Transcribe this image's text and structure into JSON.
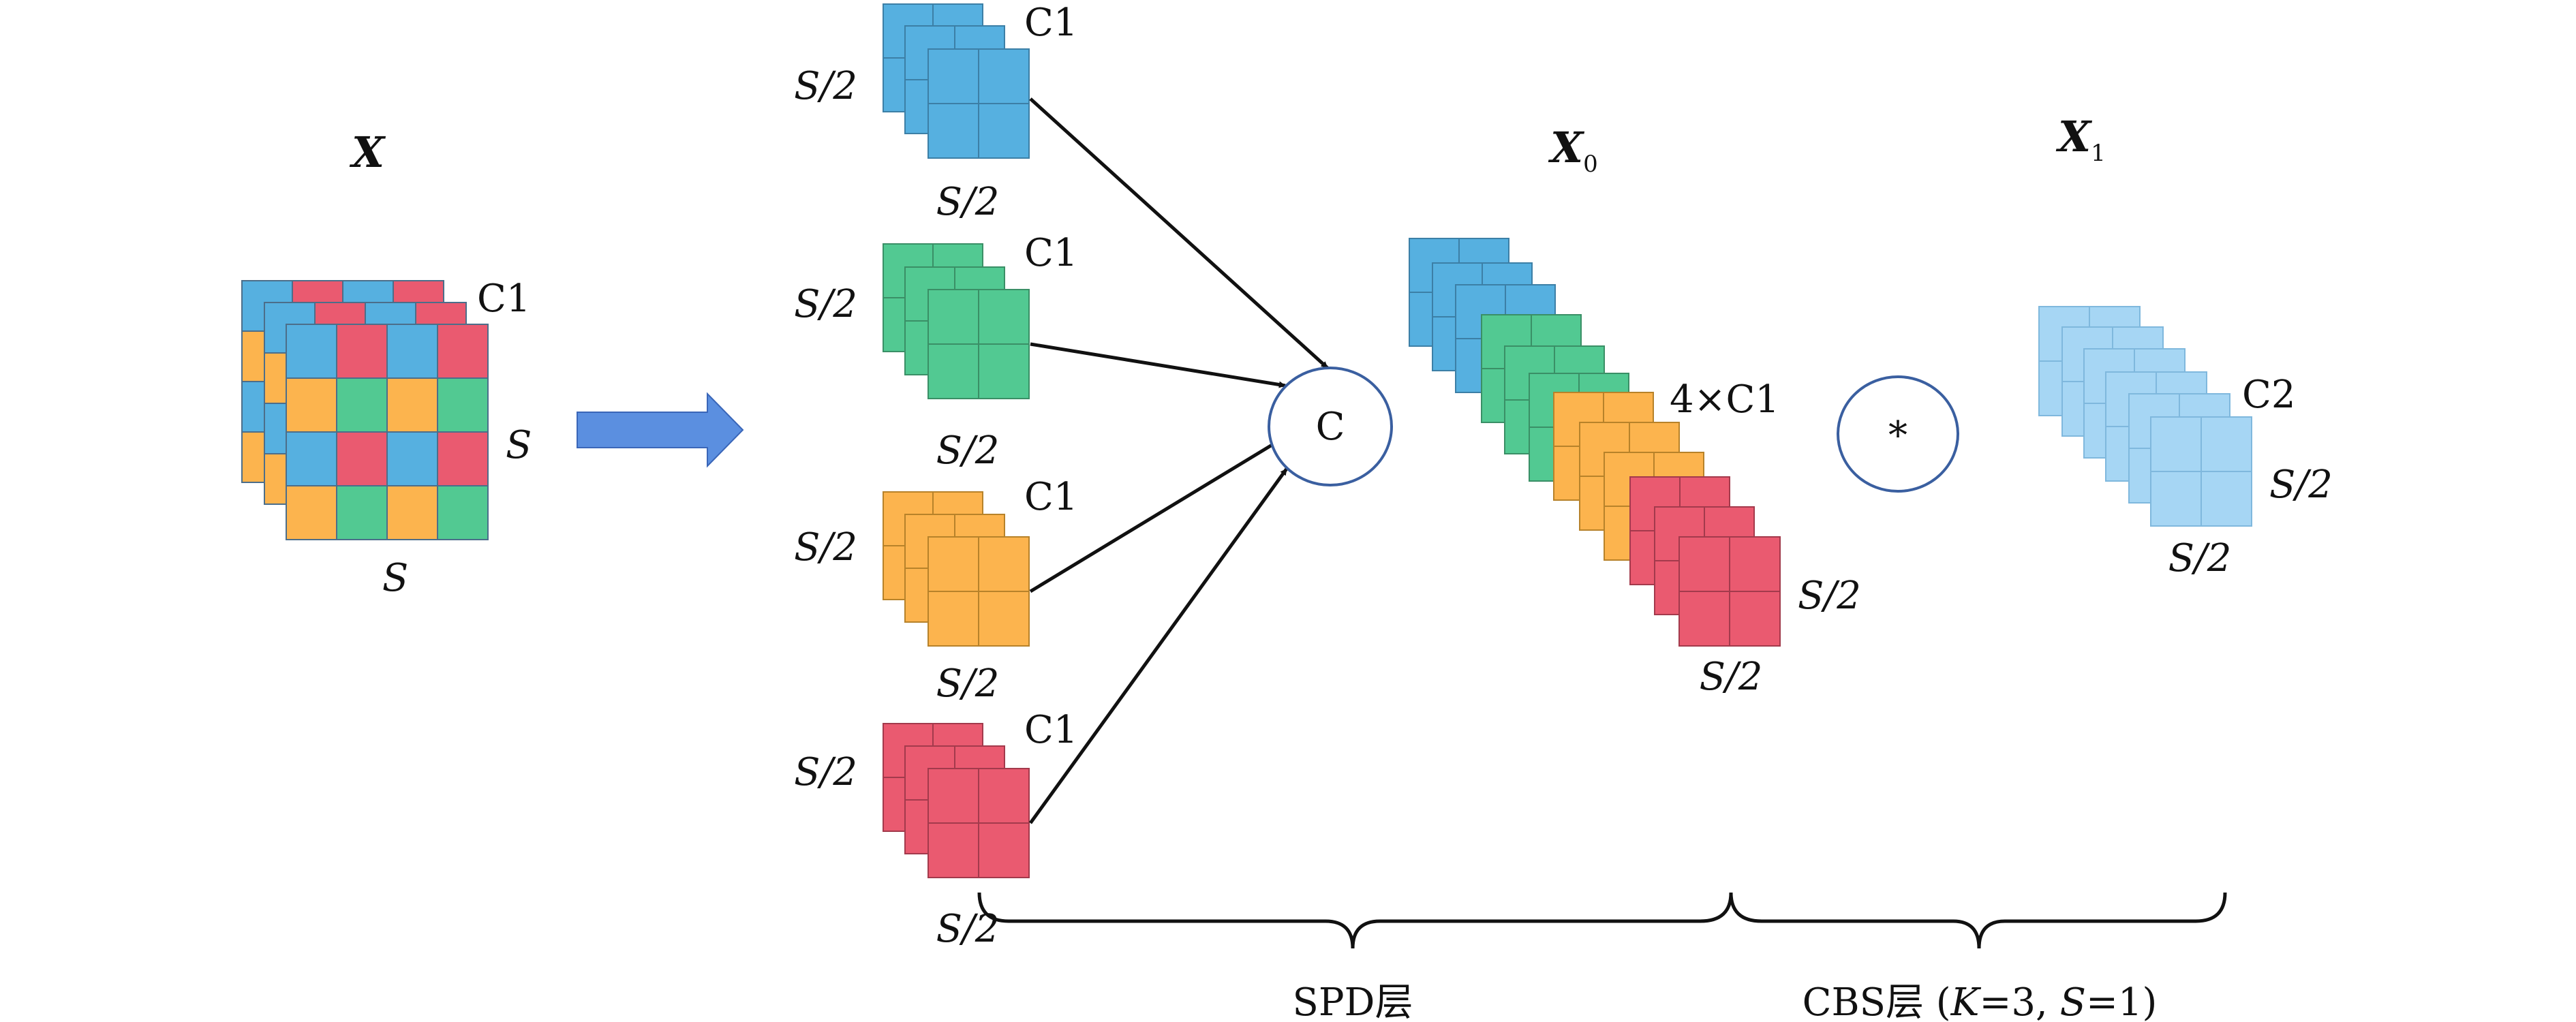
{
  "labels": {
    "input_title": "X",
    "input_channels": "C1",
    "input_height": "S",
    "input_width": "S",
    "branch_channels": "C1",
    "branch_height": "S/2",
    "branch_width": "S/2",
    "concat_symbol": "C",
    "x0_base": "X",
    "x0_sub": "0",
    "x0_channels": "4×C1",
    "x0_height": "S/2",
    "x0_width": "S/2",
    "conv_symbol": "*",
    "x1_base": "X",
    "x1_sub": "1",
    "x1_channels": "C2",
    "x1_height": "S/2",
    "x1_width": "S/2",
    "spd_label": "SPD层",
    "cbs_label_prefix": "CBS层 (",
    "cbs_k": "K",
    "cbs_k_val": "=3, ",
    "cbs_s": "S",
    "cbs_s_val": "=1)"
  },
  "colors": {
    "blue": "#56b0e0",
    "green": "#52c992",
    "orange": "#fcb44e",
    "red": "#ea5a70",
    "light_blue": "#a6d6f4",
    "arrow_blue": "#5b8fe0",
    "circle_stroke": "#3a5fa0"
  }
}
